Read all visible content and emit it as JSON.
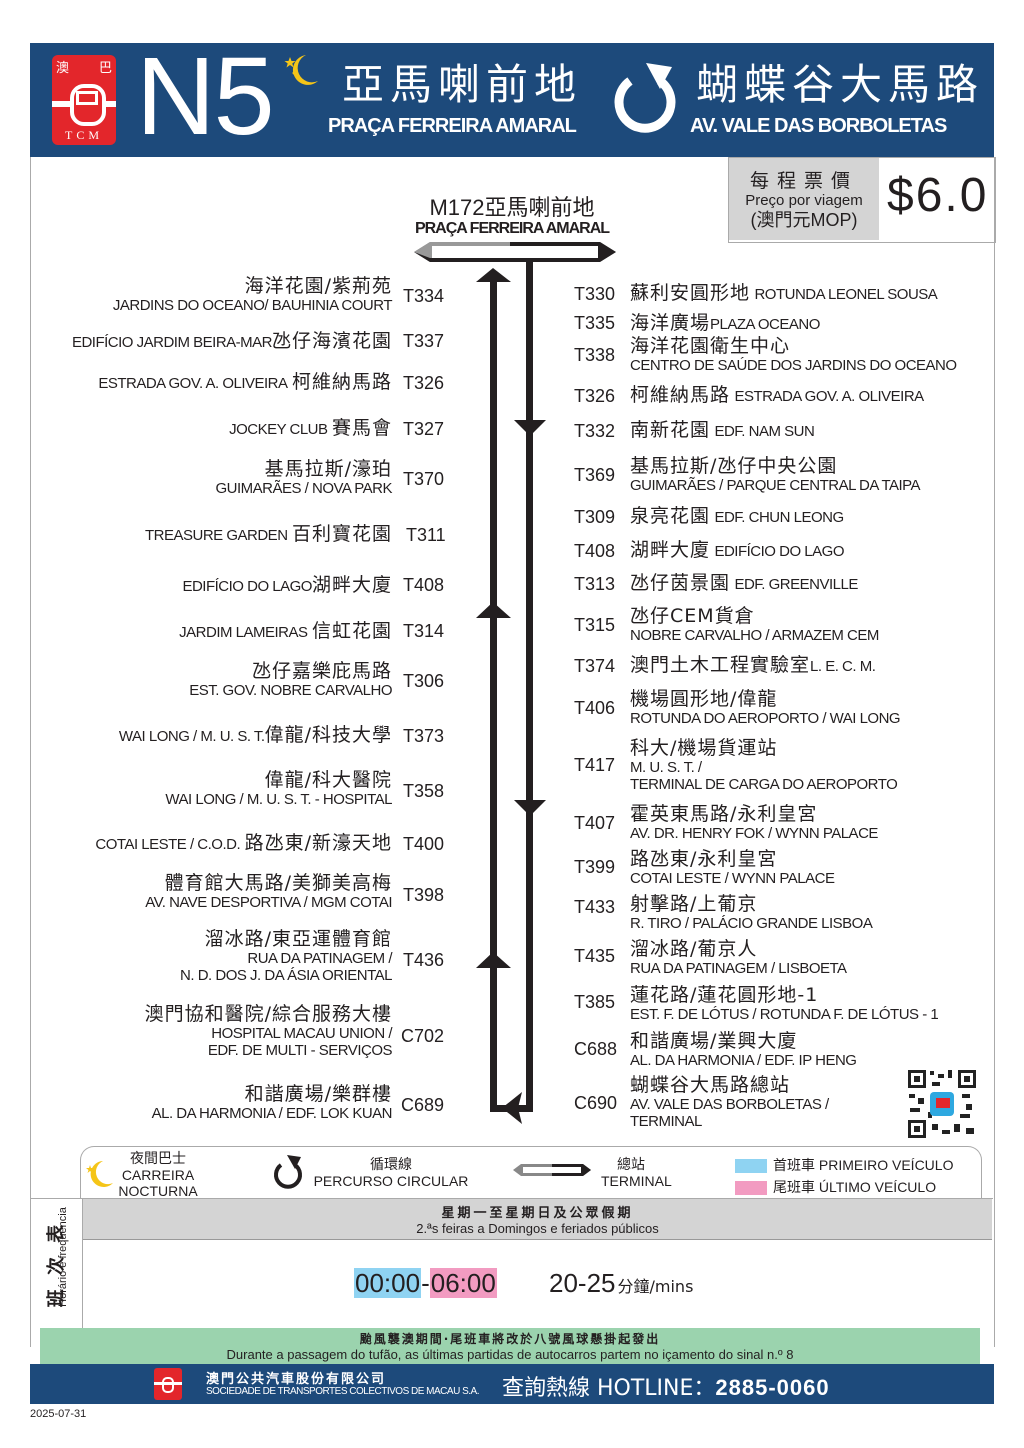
{
  "header": {
    "operator_logo": {
      "cjk_left": "澳",
      "cjk_right": "巴",
      "abbr": "TCM"
    },
    "route_number": "N5",
    "night_icon": "moon-star-icon",
    "origin": {
      "cjk": "亞馬喇前地",
      "pt": "PRAÇA FERREIRA AMARAL"
    },
    "route_type_icon": "circular-arrow-icon",
    "destination": {
      "cjk": "蝴蝶谷大馬路",
      "pt": "AV. VALE DAS BORBOLETAS"
    }
  },
  "fare": {
    "label_cjk": "每程票價",
    "label_pt": "Preço por viagem",
    "currency": "(澳門元MOP)",
    "value": "$6.0"
  },
  "start_stop": {
    "code": "M172",
    "cjk": "亞馬喇前地",
    "pt": "PRAÇA FERREIRA AMARAL"
  },
  "left_stops": [
    {
      "code": "T334",
      "cjk": "海洋花園/紫荊苑",
      "pt": "JARDINS DO OCEANO/ BAUHINIA COURT"
    },
    {
      "code": "T337",
      "cjk": "氹仔海濱花園",
      "pt": "EDIFÍCIO JARDIM BEIRA-MAR"
    },
    {
      "code": "T326",
      "cjk": "柯維納馬路",
      "pt": "ESTRADA GOV. A. OLIVEIRA"
    },
    {
      "code": "T327",
      "cjk": "賽馬會",
      "pt": "JOCKEY CLUB"
    },
    {
      "code": "T370",
      "cjk": "基馬拉斯/濠珀",
      "pt": "GUIMARÃES / NOVA PARK"
    },
    {
      "code": "T311",
      "cjk": "百利寶花園",
      "pt": "TREASURE GARDEN"
    },
    {
      "code": "T408",
      "cjk": "湖畔大廈",
      "pt": "EDIFÍCIO DO LAGO"
    },
    {
      "code": "T314",
      "cjk": "信虹花園",
      "pt": "JARDIM LAMEIRAS"
    },
    {
      "code": "T306",
      "cjk": "氹仔嘉樂庇馬路",
      "pt": "EST. GOV. NOBRE CARVALHO"
    },
    {
      "code": "T373",
      "cjk": "偉龍/科技大學",
      "pt": "WAI LONG / M. U. S. T."
    },
    {
      "code": "T358",
      "cjk": "偉龍/科大醫院",
      "pt": "WAI LONG / M. U. S. T. - HOSPITAL"
    },
    {
      "code": "T400",
      "cjk": "路氹東/新濠天地",
      "pt": "COTAI LESTE / C.O.D."
    },
    {
      "code": "T398",
      "cjk": "體育館大馬路/美獅美高梅",
      "pt": "AV. NAVE DESPORTIVA / MGM COTAI"
    },
    {
      "code": "T436",
      "cjk": "溜冰路/東亞運體育館",
      "pt": "RUA DA PATINAGEM /",
      "pt2": "N. D. DOS J. DA ÁSIA ORIENTAL"
    },
    {
      "code": "C702",
      "cjk": "澳門協和醫院/綜合服務大樓",
      "pt": "HOSPITAL MACAU UNION /",
      "pt2": "EDF. DE MULTI - SERVIÇOS"
    },
    {
      "code": "C689",
      "cjk": "和諧廣場/樂群樓",
      "pt": "AL. DA HARMONIA / EDF. LOK KUAN"
    }
  ],
  "right_stops": [
    {
      "code": "T330",
      "cjk": "蘇利安圓形地",
      "pt": "ROTUNDA LEONEL SOUSA"
    },
    {
      "code": "T335",
      "cjk": "海洋廣場",
      "pt": "PLAZA OCEANO"
    },
    {
      "code": "T338",
      "cjk": "海洋花園衛生中心",
      "pt": "CENTRO DE SAÚDE DOS JARDINS DO OCEANO"
    },
    {
      "code": "T326",
      "cjk": "柯維納馬路",
      "pt": "ESTRADA GOV. A. OLIVEIRA"
    },
    {
      "code": "T332",
      "cjk": "南新花園",
      "pt": "EDF. NAM SUN"
    },
    {
      "code": "T369",
      "cjk": "基馬拉斯/氹仔中央公園",
      "pt": "GUIMARÃES / PARQUE CENTRAL DA TAIPA"
    },
    {
      "code": "T309",
      "cjk": "泉亮花園",
      "pt": "EDF. CHUN LEONG"
    },
    {
      "code": "T408",
      "cjk": "湖畔大廈",
      "pt": "EDIFÍCIO DO LAGO"
    },
    {
      "code": "T313",
      "cjk": "氹仔茵景園",
      "pt": "EDF. GREENVILLE"
    },
    {
      "code": "T315",
      "cjk": "氹仔CEM貨倉",
      "pt": "NOBRE CARVALHO / ARMAZEM CEM"
    },
    {
      "code": "T374",
      "cjk": "澳門土木工程實驗室",
      "pt": "L. E. C. M."
    },
    {
      "code": "T406",
      "cjk": "機場圓形地/偉龍",
      "pt": "ROTUNDA DO AEROPORTO / WAI LONG"
    },
    {
      "code": "T417",
      "cjk": "科大/機場貨運站",
      "pt": "M. U. S. T. /",
      "pt2": "TERMINAL DE CARGA DO AEROPORTO"
    },
    {
      "code": "T407",
      "cjk": "霍英東馬路/永利皇宮",
      "pt": "AV. DR. HENRY FOK / WYNN PALACE"
    },
    {
      "code": "T399",
      "cjk": "路氹東/永利皇宮",
      "pt": "COTAI LESTE / WYNN PALACE"
    },
    {
      "code": "T433",
      "cjk": "射擊路/上葡京",
      "pt": "R. TIRO / PALÁCIO GRANDE LISBOA"
    },
    {
      "code": "T435",
      "cjk": "溜冰路/葡京人",
      "pt": "RUA DA PATINAGEM / LISBOETA"
    },
    {
      "code": "T385",
      "cjk": "蓮花路/蓮花圓形地-1",
      "pt": "EST. F. DE LÓTUS / ROTUNDA F. DE LÓTUS - 1"
    },
    {
      "code": "C688",
      "cjk": "和諧廣場/業興大廈",
      "pt": "AL. DA HARMONIA / EDF. IP HENG"
    },
    {
      "code": "C690",
      "cjk": "蝴蝶谷大馬路總站",
      "pt": "AV. VALE DAS BORBOLETAS /",
      "pt2": "TERMINAL"
    }
  ],
  "qr_code": "qr-code-icon",
  "legend": {
    "night": {
      "cjk": "夜間巴士",
      "pt1": "CARREIRA",
      "pt2": "NOCTURNA"
    },
    "circular": {
      "cjk": "循環線",
      "pt": "PERCURSO CIRCULAR"
    },
    "terminal": {
      "cjk": "總站",
      "pt": "TERMINAL"
    },
    "first": {
      "cjk": "首班車",
      "pt": "PRIMEIRO VEÍCULO",
      "color": "#8fd3f2"
    },
    "last": {
      "cjk": "尾班車",
      "pt": "ÚLTIMO VEÍCULO",
      "color": "#f29bc1"
    }
  },
  "timetable": {
    "side_cjk": "班 次 表",
    "side_pt": "Horário e frequência",
    "days_cjk": "星期一至星期日及公眾假期",
    "days_pt": "2.ªs feiras a Domingos e feriados públicos",
    "first_time": "00:00",
    "sep": "-",
    "last_time": "06:00",
    "frequency": "20-25",
    "freq_unit": "分鐘/mins"
  },
  "typhoon_notice": {
    "cjk": "颱風襲澳期間·尾班車將改於八號風球懸掛起發出",
    "pt": "Durante a passagem do tufão, as últimas partidas de autocarros partem no içamento do sinal n.º 8"
  },
  "footer": {
    "company_cjk": "澳門公共汽車股份有限公司",
    "company_pt": "SOCIEDADE DE TRANSPORTES COLECTIVOS DE MACAU S.A.",
    "hotline_label": "查詢熱線 HOTLINE：",
    "hotline_number": "2885-0060"
  },
  "date": "2025-07-31",
  "colors": {
    "brand_blue": "#1d4a7b",
    "logo_red": "#e3262b",
    "moon_yellow": "#f5c518",
    "fare_grey": "#d4d4d4",
    "typhoon_green": "#9bd3ae"
  }
}
